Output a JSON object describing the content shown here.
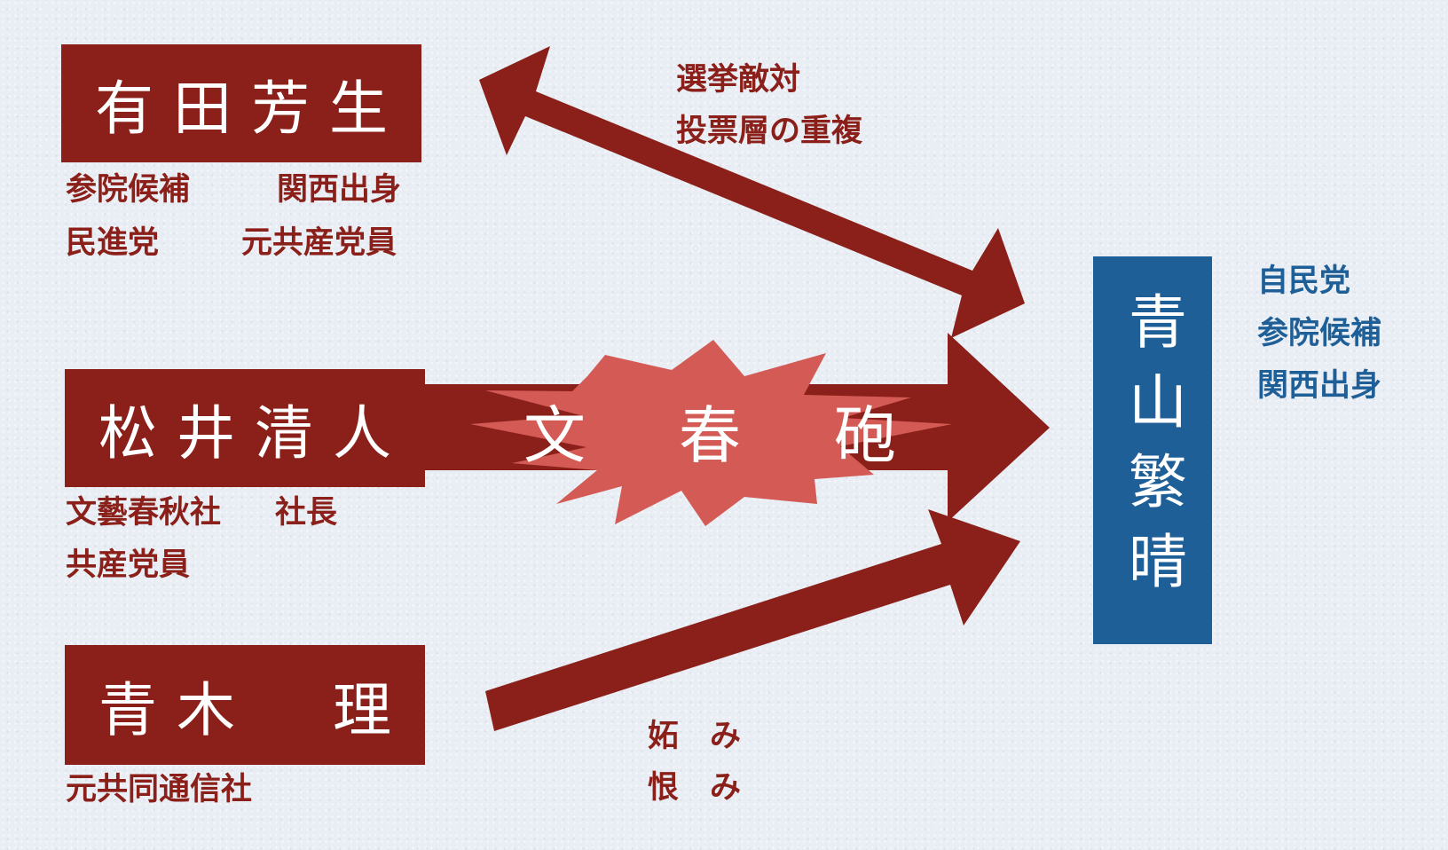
{
  "persons": {
    "arita": {
      "name": "有田芳生",
      "note1a": "参院候補",
      "note1b": "関西出身",
      "note2a": "民進党",
      "note2b": "元共産党員"
    },
    "matsui": {
      "name": "松井清人",
      "note1a": "文藝春秋社",
      "note1b": "社長",
      "note2": "共産党員"
    },
    "aoki": {
      "name": "青木　理",
      "note1": "元共同通信社"
    },
    "aoyama": {
      "name": "青山繁晴",
      "notes": [
        "自民党",
        "参院候補",
        "関西出身"
      ]
    }
  },
  "relations": {
    "top": [
      "選挙敵対",
      "投票層の重複"
    ],
    "bottom": [
      "妬　み",
      "恨　み"
    ]
  },
  "burst": {
    "chars": [
      "文",
      "春",
      "砲"
    ]
  },
  "colors": {
    "dark_red": "#8a2019",
    "burst_red": "#d35a55",
    "blue": "#1f5f98"
  }
}
